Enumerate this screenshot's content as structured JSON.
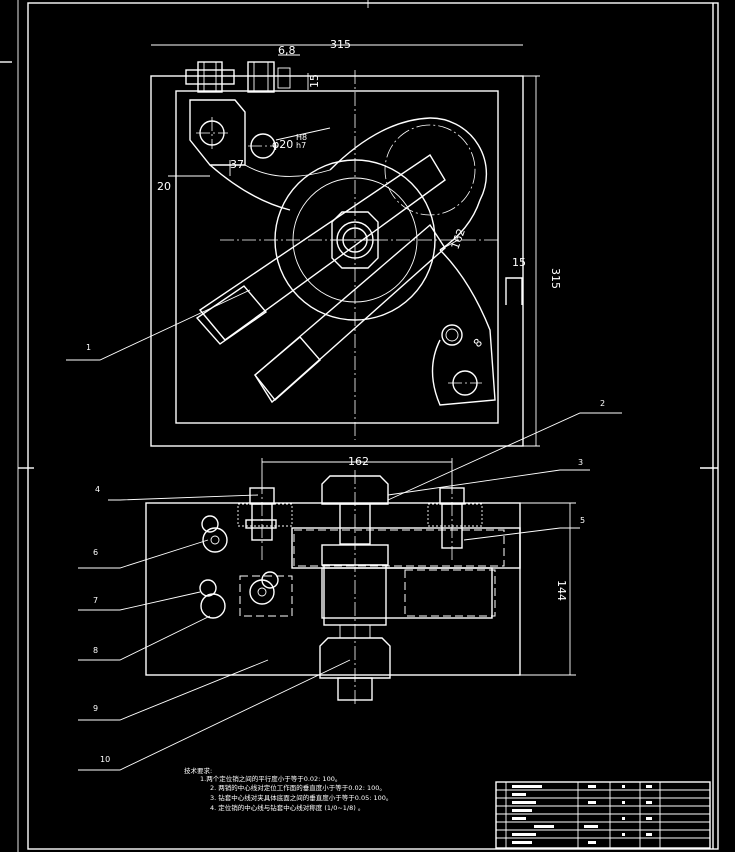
{
  "dimensions": {
    "top_width": "315",
    "top_height": "315",
    "small_68": "6,8",
    "d15_top": "15",
    "d20": "20",
    "d37": "37",
    "bore": "φ20",
    "fit_upper": "H8",
    "fit_lower": "h7",
    "d162_top": "162",
    "d15_right": "15",
    "d8": "8",
    "front_width": "162",
    "front_height": "144"
  },
  "callouts": [
    "1",
    "2",
    "3",
    "4",
    "5",
    "6",
    "7",
    "8",
    "9",
    "10"
  ],
  "notes": {
    "title": "技术要求:",
    "lines": [
      "1.两个定位销之间的平行度小于等于0.02: 100。",
      "2. 两销的中心线对定位工作面的垂直度小于等于0.02: 100。",
      "3. 钻套中心线对夹具体底面之间的垂直度小于等于0.05: 100。",
      "4. 定位销的中心线与钻套中心线对称度 (1/0~1/8) 。"
    ]
  }
}
